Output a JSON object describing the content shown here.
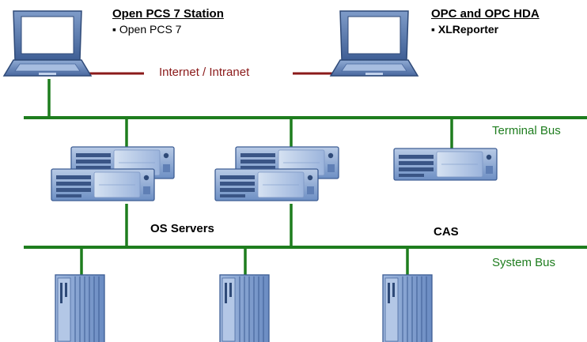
{
  "stations": [
    {
      "title": "Open PCS 7 Station",
      "bullet": "Open PCS 7"
    },
    {
      "title": "OPC and OPC HDA",
      "bullet": "XLReporter"
    }
  ],
  "network": {
    "label": "Internet / Intranet",
    "color": "#8b1a1a"
  },
  "buses": {
    "terminal": "Terminal Bus",
    "system": "System Bus",
    "color": "#1e7d1e"
  },
  "groups": {
    "servers": "OS Servers",
    "cas": "CAS"
  },
  "bullet_char": "▪",
  "icons": {
    "laptop": "laptop-icon",
    "server": "server-icon",
    "controller": "controller-icon"
  }
}
